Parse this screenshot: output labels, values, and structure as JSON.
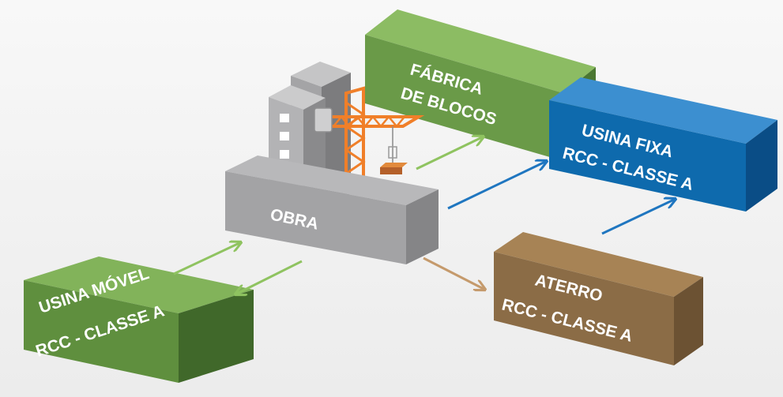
{
  "nodes": {
    "obra": {
      "label": "OBRA",
      "color": "#a3a3a5"
    },
    "fabrica": {
      "line1": "FÁBRICA",
      "line2": "DE BLOCOS",
      "color": "#6a9a48"
    },
    "usina_fixa": {
      "line1": "USINA FIXA",
      "line2": "RCC - CLASSE A",
      "color": "#0e6aad"
    },
    "aterro": {
      "line1": "ATERRO",
      "line2": "RCC - CLASSE A",
      "color": "#8b6c46"
    },
    "usina_movel": {
      "line1": "USINA MÓVEL",
      "line2": "RCC - CLASSE A",
      "color": "#5f8f3e"
    }
  },
  "colors": {
    "arrow_green": "#8fc360",
    "arrow_blue": "#1f76c0",
    "arrow_brown": "#c59a6c",
    "crane": "#f07f29",
    "background": "#f3f3f3"
  }
}
